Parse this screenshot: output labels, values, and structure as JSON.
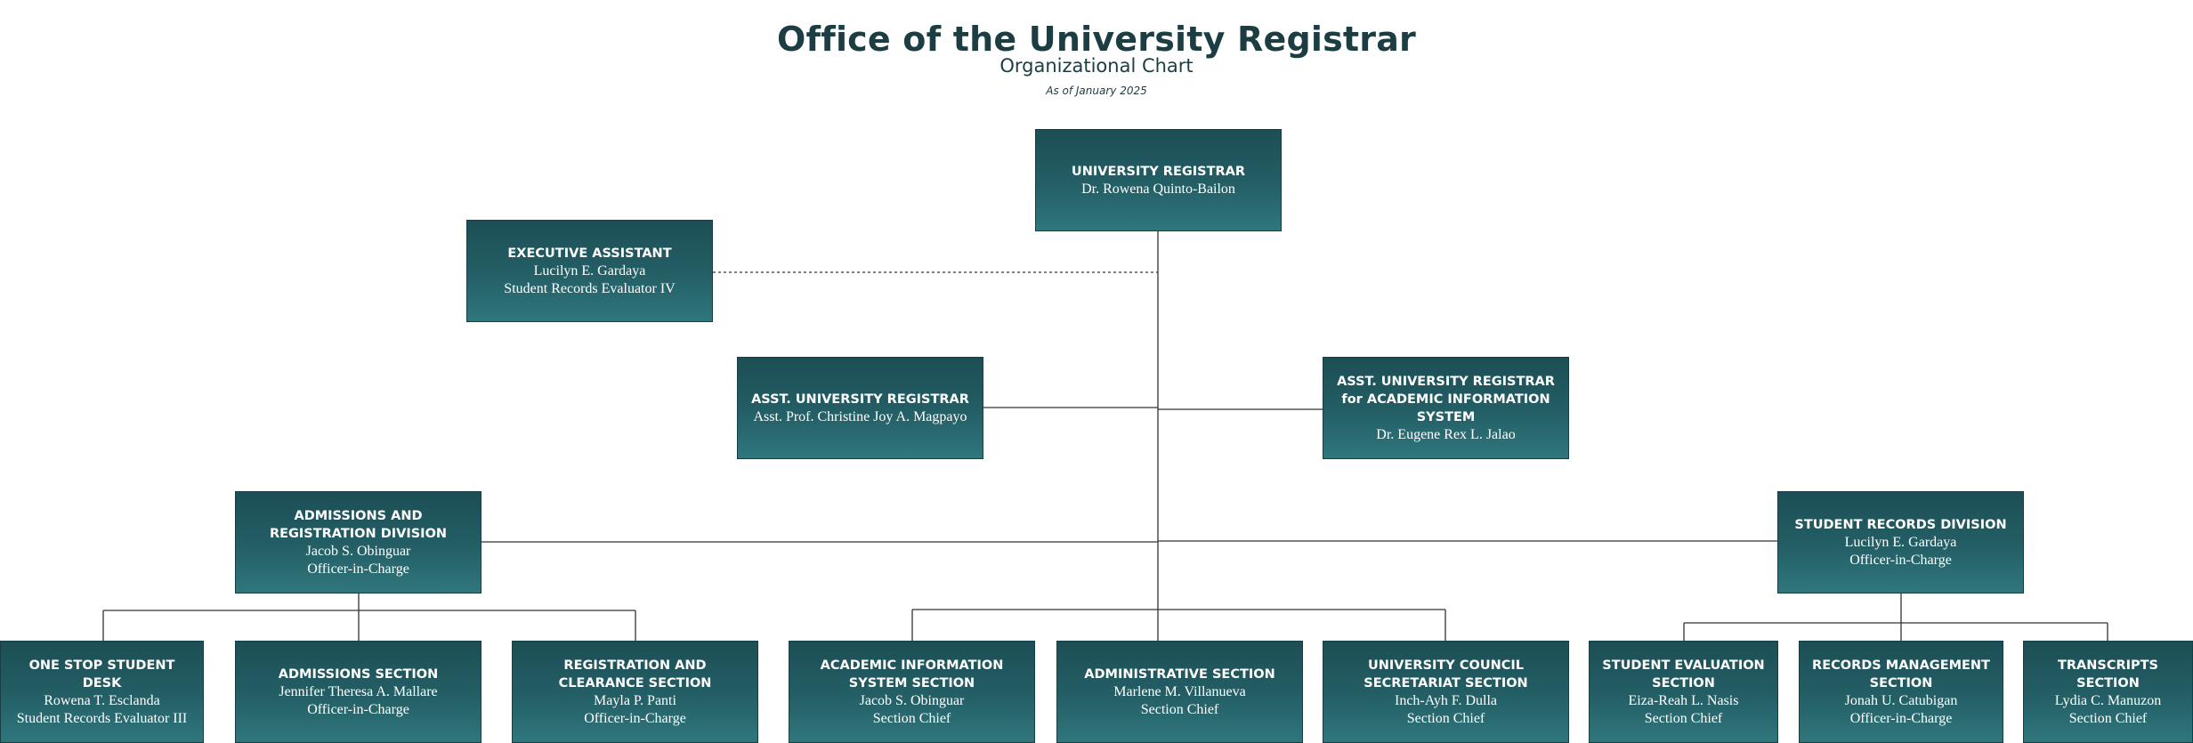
{
  "header": {
    "title": "Office of the University Registrar",
    "subtitle": "Organizational Chart",
    "as_of": "As of January 2025"
  },
  "colors": {
    "box_dark": "#1c4e55",
    "box_light": "#2f777d",
    "title": "#1c3d42",
    "line": "#333333"
  },
  "nodes": {
    "registrar": {
      "title": "UNIVERSITY REGISTRAR",
      "name": "Dr. Rowena Quinto-Bailon",
      "role": ""
    },
    "exec_assistant": {
      "title": "EXECUTIVE ASSISTANT",
      "name": "Lucilyn E. Gardaya",
      "role": "Student Records Evaluator IV"
    },
    "asst_registrar": {
      "title": "ASST. UNIVERSITY REGISTRAR",
      "name": "Asst. Prof. Christine Joy A. Magpayo",
      "role": ""
    },
    "asst_registrar_ais": {
      "title": "ASST. UNIVERSITY REGISTRAR for ACADEMIC INFORMATION SYSTEM",
      "name": "Dr. Eugene Rex L. Jalao",
      "role": ""
    },
    "admissions_division": {
      "title": "ADMISSIONS AND REGISTRATION DIVISION",
      "name": "Jacob S. Obinguar",
      "role": "Officer-in-Charge"
    },
    "student_records_division": {
      "title": "STUDENT RECORDS DIVISION",
      "name": "Lucilyn E. Gardaya",
      "role": "Officer-in-Charge"
    },
    "one_stop": {
      "title": "ONE STOP STUDENT DESK",
      "name": "Rowena T. Esclanda",
      "role": "Student Records Evaluator III"
    },
    "admissions_section": {
      "title": "ADMISSIONS SECTION",
      "name": "Jennifer Theresa A. Mallare",
      "role": "Officer-in-Charge"
    },
    "registration_clearance": {
      "title": "REGISTRATION AND CLEARANCE SECTION",
      "name": "Mayla P. Panti",
      "role": "Officer-in-Charge"
    },
    "ais_section": {
      "title": "ACADEMIC INFORMATION SYSTEM SECTION",
      "name": "Jacob S. Obinguar",
      "role": "Section Chief"
    },
    "admin_section": {
      "title": "ADMINISTRATIVE SECTION",
      "name": "Marlene M. Villanueva",
      "role": "Section Chief"
    },
    "ucs_section": {
      "title": "UNIVERSITY COUNCIL SECRETARIAT SECTION",
      "name": "Inch-Ayh F. Dulla",
      "role": "Section Chief"
    },
    "student_eval": {
      "title": "STUDENT EVALUATION SECTION",
      "name": "Eiza-Reah L. Nasis",
      "role": "Section Chief"
    },
    "records_mgmt": {
      "title": "RECORDS MANAGEMENT SECTION",
      "name": "Jonah U. Catubigan",
      "role": "Officer-in-Charge"
    },
    "transcripts": {
      "title": "TRANSCRIPTS SECTION",
      "name": "Lydia C. Manuzon",
      "role": "Section Chief"
    }
  }
}
